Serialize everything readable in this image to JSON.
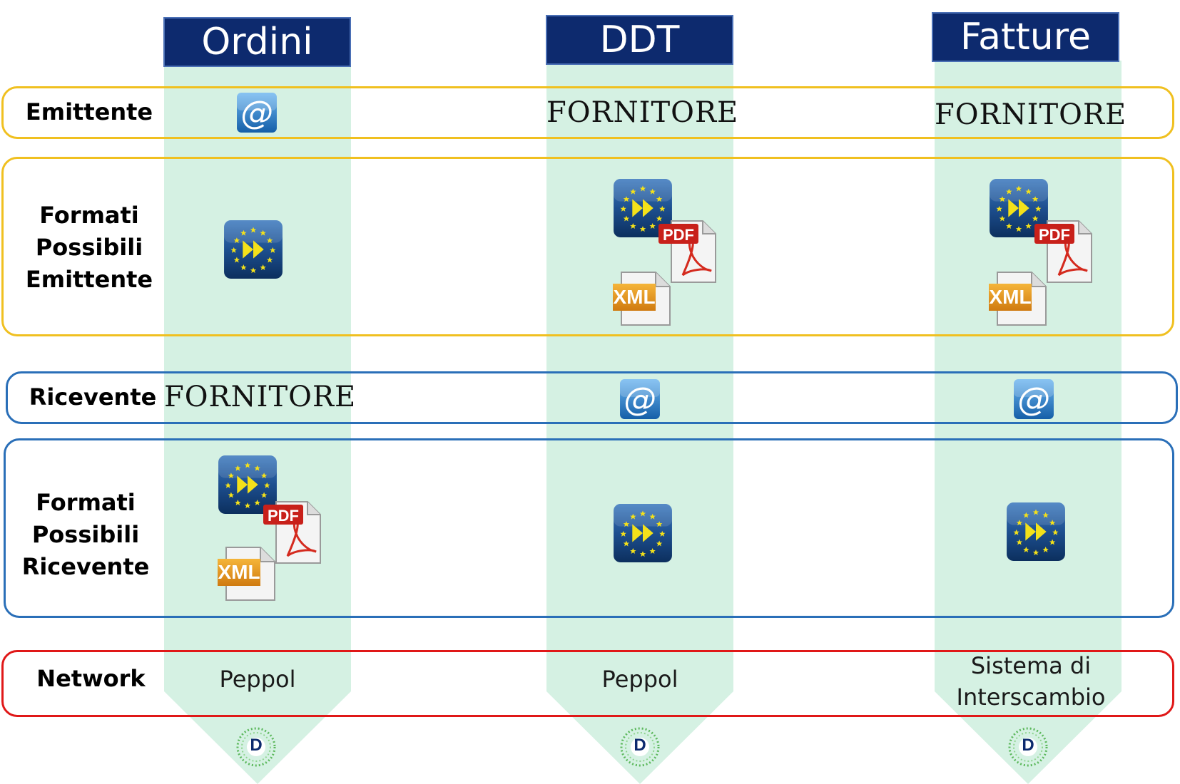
{
  "columns": [
    {
      "title": "Ordini"
    },
    {
      "title": "DDT"
    },
    {
      "title": "Fatture"
    }
  ],
  "rows": {
    "emittente": {
      "label": "Emittente"
    },
    "formati_emittente": {
      "label_lines": [
        "Formati",
        "Possibili",
        "Emittente"
      ]
    },
    "ricevente": {
      "label": "Ricevente"
    },
    "formati_ricevente": {
      "label_lines": [
        "Formati",
        "Possibili",
        "Ricevente"
      ]
    },
    "network": {
      "label": "Network"
    }
  },
  "cells": {
    "ordini": {
      "emittente_icon": "email-at-icon",
      "formati_emittente_icons": [
        "peppol-eu-icon"
      ],
      "ricevente_text": "FORNITORE",
      "formati_ricevente_icons": [
        "peppol-eu-icon",
        "pdf-file-icon",
        "xml-file-icon"
      ],
      "network": "Peppol"
    },
    "ddt": {
      "emittente_text": "FORNITORE",
      "formati_emittente_icons": [
        "peppol-eu-icon",
        "pdf-file-icon",
        "xml-file-icon"
      ],
      "ricevente_icon": "email-at-icon",
      "formati_ricevente_icons": [
        "peppol-eu-icon"
      ],
      "network": "Peppol"
    },
    "fatture": {
      "emittente_text": "FORNITORE",
      "formati_emittente_icons": [
        "peppol-eu-icon",
        "pdf-file-icon",
        "xml-file-icon"
      ],
      "ricevente_icon": "email-at-icon",
      "formati_ricevente_icons": [
        "peppol-eu-icon"
      ],
      "network_lines": [
        "Sistema di",
        "Interscambio"
      ]
    }
  },
  "icon_text": {
    "pdf": "PDF",
    "xml": "XML",
    "logo": "D"
  },
  "colors": {
    "header_bg": "#0d2a6e",
    "column_bg": "#d5f1e3",
    "emittente_border": "#f0c020",
    "ricevente_border": "#2a6fb8",
    "network_border": "#e01818"
  }
}
